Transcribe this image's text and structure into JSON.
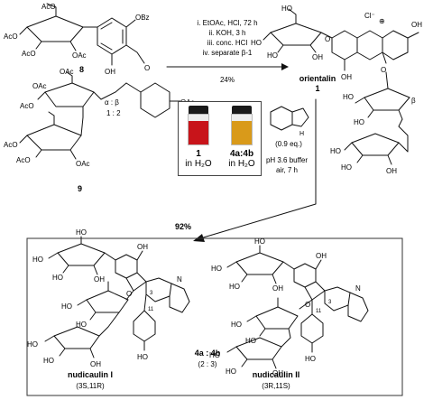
{
  "compounds": {
    "c8": "8",
    "c9": "9",
    "orientalin_name": "orientalin",
    "orientalin_num": "1",
    "nud1_name": "nudicaulin I",
    "nud1_cfg": "(3S,11R)",
    "nud2_name": "nudicaulin II",
    "nud2_cfg": "(3R,11S)"
  },
  "step1": {
    "cond1": "i. EtOAc, HCl, 72 h",
    "cond2": "ii. KOH, 3 h",
    "cond3": "iii. conc. HCl",
    "cond4": "iv. separate β-1",
    "yield": "24%"
  },
  "step2": {
    "equiv": "(0.9 eq.)",
    "cond_a": "pH 3.6 buffer",
    "cond_b": "air, 7 h",
    "yield": "92%"
  },
  "anomer": {
    "ratio_label": "α : β",
    "ratio": "1 : 2"
  },
  "vials": [
    {
      "label": "1",
      "solvent": "in H₂O",
      "color": "#c8141a"
    },
    {
      "label": "4a:4b",
      "solvent": "in H₂O",
      "color": "#d99a1a"
    }
  ],
  "product_ratio": {
    "label": "4a : 4b",
    "value": "(2 : 3)"
  },
  "atom_labels": {
    "obz": "OBz",
    "oac": "OAc",
    "ac_o": "AcO",
    "ho": "HO",
    "oh": "OH",
    "o": "O",
    "n": "N",
    "nh": "H",
    "cl": "Cl⁻",
    "plus": "⊕",
    "beta": "β",
    "pos3": "3",
    "pos11": "11"
  },
  "colors": {
    "red_vial": "#c8141a",
    "orange_vial": "#d99a1a"
  }
}
